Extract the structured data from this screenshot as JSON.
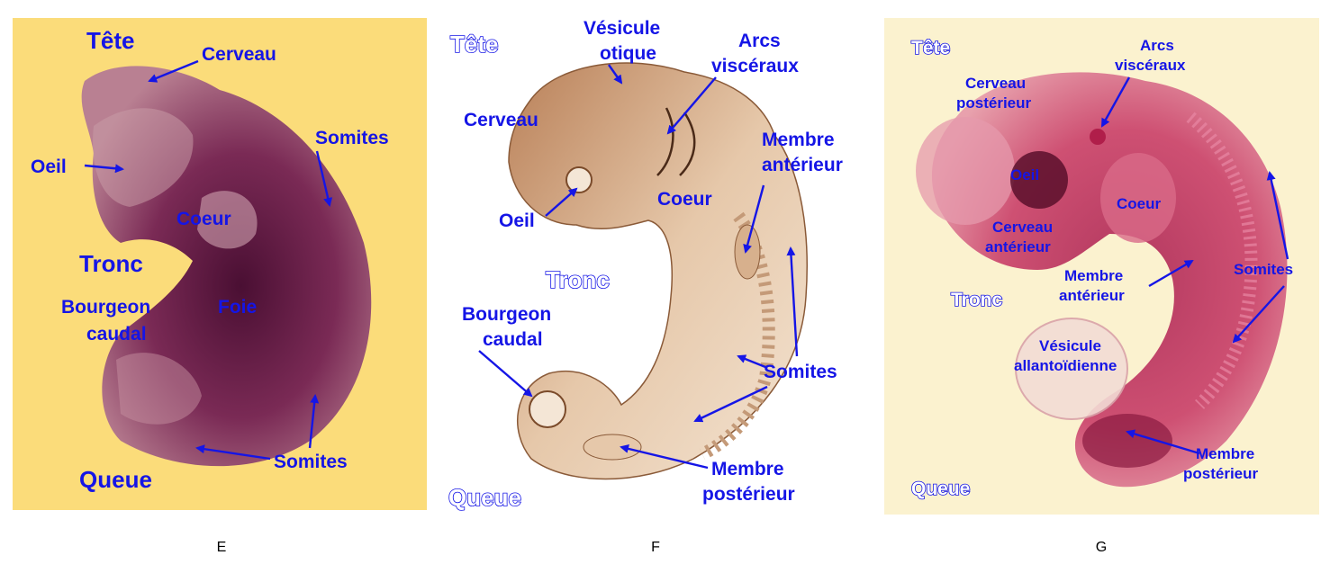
{
  "panels": [
    {
      "caption": "E",
      "labels": {
        "head": "Tête",
        "brain": "Cerveau",
        "somites_top": "Somites",
        "eye": "Oeil",
        "heart": "Coeur",
        "trunk": "Tronc",
        "tail_bud_1": "Bourgeon",
        "tail_bud_2": "caudal",
        "liver": "Foie",
        "somites_bottom": "Somites",
        "tail": "Queue"
      }
    },
    {
      "caption": "F",
      "labels": {
        "head": "Tête",
        "otic_1": "Vésicule",
        "otic_2": "otique",
        "arches_1": "Arcs",
        "arches_2": "viscéraux",
        "brain": "Cerveau",
        "forelimb_1": "Membre",
        "forelimb_2": "antérieur",
        "eye": "Oeil",
        "heart": "Coeur",
        "trunk": "Tronc",
        "tail_bud_1": "Bourgeon",
        "tail_bud_2": "caudal",
        "somites": "Somites",
        "hindlimb_1": "Membre",
        "hindlimb_2": "postérieur",
        "tail": "Queue"
      }
    },
    {
      "caption": "G",
      "labels": {
        "head": "Tête",
        "arches_1": "Arcs",
        "arches_2": "viscéraux",
        "hindbrain_1": "Cerveau",
        "hindbrain_2": "postérieur",
        "eye": "Oeil",
        "heart": "Coeur",
        "forebrain_1": "Cerveau",
        "forebrain_2": "antérieur",
        "somites": "Somites",
        "forelimb_1": "Membre",
        "forelimb_2": "antérieur",
        "trunk": "Tronc",
        "allantois_1": "Vésicule",
        "allantois_2": "allantoïdienne",
        "hindlimb_1": "Membre",
        "hindlimb_2": "postérieur",
        "tail": "Queue"
      }
    }
  ],
  "colors": {
    "label": "#1515e6",
    "panel_e_bg": "#fbdc7a",
    "panel_g_bg": "#fbf2cf",
    "embryo_e": "#7a2a55",
    "embryo_f": "#d7b08d",
    "embryo_g": "#c83a66"
  }
}
